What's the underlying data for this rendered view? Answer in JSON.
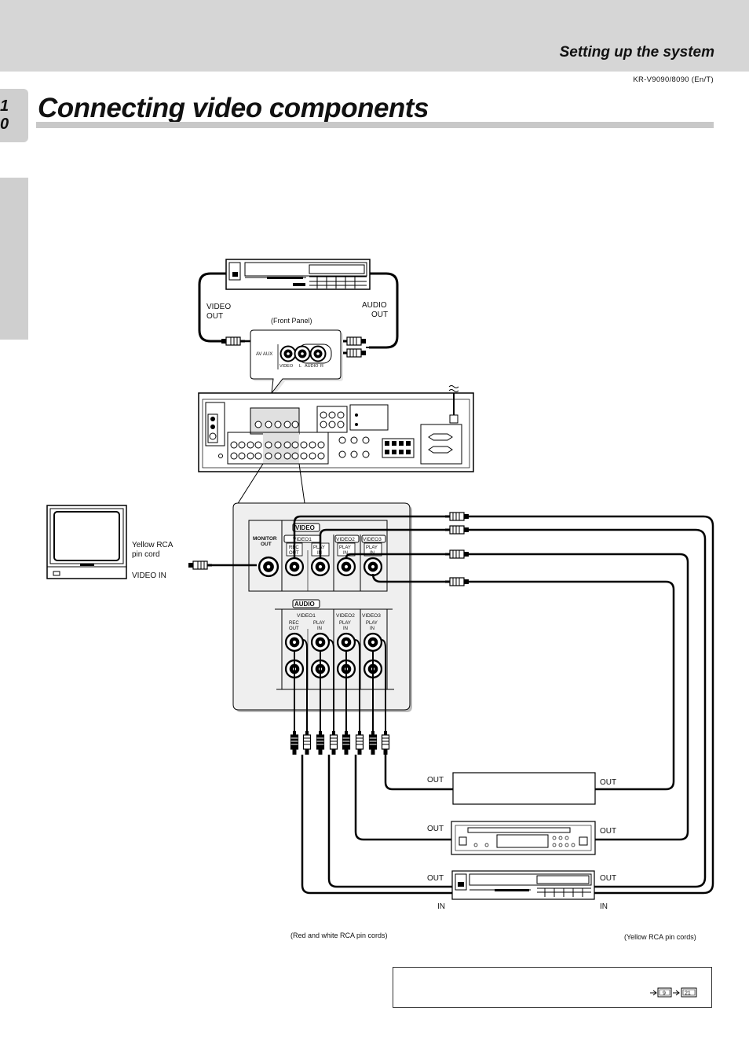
{
  "header": {
    "section_title": "Setting up the system",
    "model": "KR-V9090/8090 (En/T)",
    "page_number": "1 0",
    "main_title": "Connecting video components"
  },
  "top_vcr": {
    "video_out": [
      "VIDEO",
      "OUT"
    ],
    "audio_out": [
      "AUDIO",
      "OUT"
    ]
  },
  "front_panel": {
    "caption": "(Front Panel)",
    "av_aux": "AV AUX",
    "video": "VIDEO",
    "l": "L",
    "audio": "AUDIO",
    "r": "R"
  },
  "tv": {
    "cord": [
      "Yellow RCA",
      "pin cord"
    ],
    "video_in": "VIDEO IN"
  },
  "panel": {
    "monitor_out": [
      "MONITOR",
      "OUT"
    ],
    "video_header": "VIDEO",
    "video1": "VIDEO1",
    "video2": "VIDEO2",
    "video3": "VIDEO3",
    "rec_out": [
      "REC",
      "OUT"
    ],
    "play_in": [
      "PLAY",
      "IN"
    ],
    "audio_header": "AUDIO"
  },
  "components": {
    "out": "OUT",
    "in": "IN"
  },
  "captions": {
    "red_white": "(Red and white RCA pin cords)",
    "yellow": "(Yellow RCA pin cords)"
  },
  "note": {
    "ref1": "9",
    "ref2": "21"
  },
  "colors": {
    "band": "#d6d6d6",
    "rule": "#c8c8c8",
    "panel_fill": "#efefef"
  }
}
